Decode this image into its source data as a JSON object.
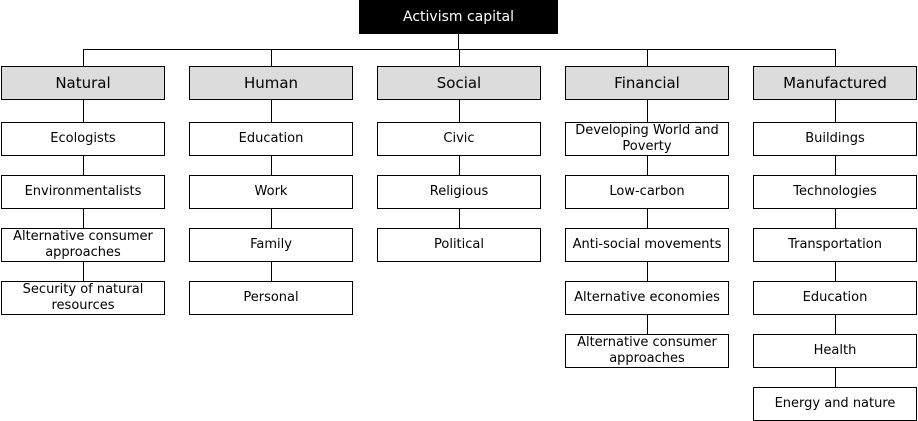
{
  "root": {
    "label": "Activism  capital"
  },
  "columns": [
    {
      "header": "Natural",
      "items": [
        "Ecologists",
        "Environmentalists",
        "Alternative consumer approaches",
        "Security of natural resources"
      ]
    },
    {
      "header": "Human",
      "items": [
        "Education",
        "Work",
        "Family",
        "Personal"
      ]
    },
    {
      "header": "Social",
      "items": [
        "Civic",
        "Religious",
        "Political"
      ]
    },
    {
      "header": "Financial",
      "items": [
        "Developing World and Poverty",
        "Low-carbon",
        "Anti-social movements",
        "Alternative economies",
        "Alternative consumer approaches"
      ]
    },
    {
      "header": "Manufactured",
      "items": [
        "Buildings",
        "Technologies",
        "Transportation",
        "Education",
        "Health",
        "Energy and nature"
      ]
    }
  ]
}
